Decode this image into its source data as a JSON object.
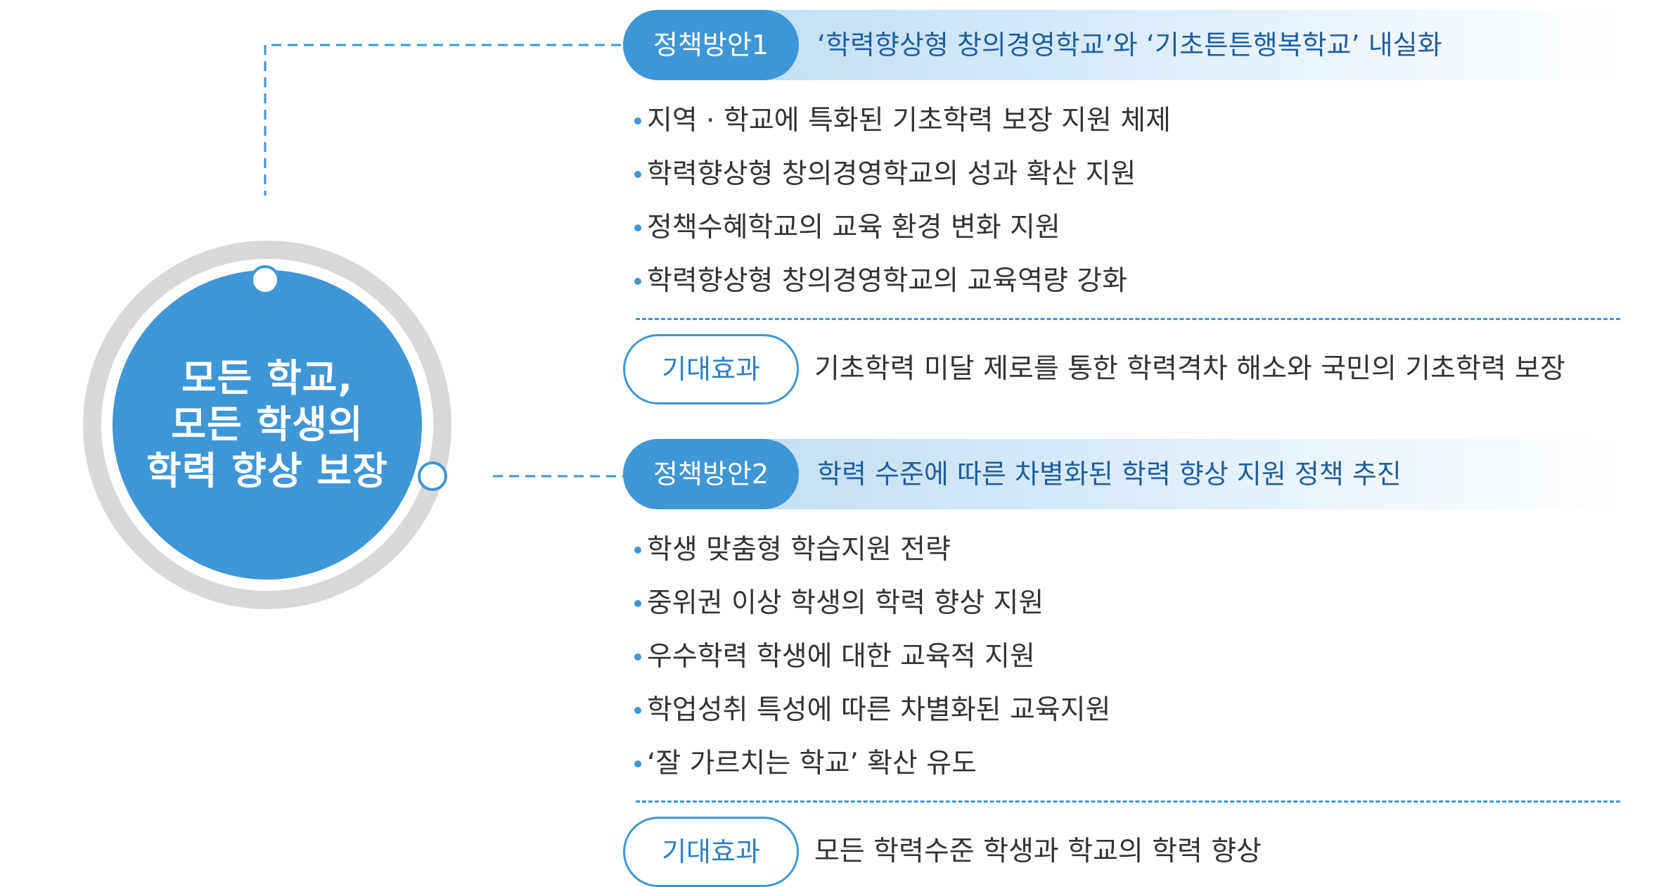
{
  "hub": {
    "title": "모든 학교,\n모든 학생의\n학력 향상 보장"
  },
  "policies": [
    {
      "label": "정책방안1",
      "title": "‘학력향상형 창의경영학교’와 ‘기초튼튼행복학교’ 내실화",
      "items": [
        "지역 · 학교에 특화된 기초학력 보장 지원 체제",
        "학력향상형 창의경영학교의 성과 확산 지원",
        "정책수혜학교의 교육 환경 변화 지원",
        "학력향상형 창의경영학교의 교육역량 강화"
      ],
      "effect_label": "기대효과",
      "effect_text": "기초학력 미달 제로를 통한 학력격차 해소와 국민의 기초학력 보장"
    },
    {
      "label": "정책방안2",
      "title": "학력 수준에 따른 차별화된 학력 향상 지원 정책 추진",
      "items": [
        "학생 맞춤형 학습지원 전략",
        "중위권 이상 학생의 학력 향상 지원",
        "우수학력 학생에 대한 교육적 지원",
        "학업성취 특성에 따른 차별화된 교육지원",
        "‘잘 가르치는 학교’ 확산 유도"
      ],
      "effect_label": "기대효과",
      "effect_text": "모든 학력수준 학생과 학교의 학력 향상"
    }
  ],
  "colors": {
    "primary": "#3e96d6",
    "ring": "#d8d8d8",
    "title_text": "#1f5f9e",
    "body_text": "#333333"
  }
}
